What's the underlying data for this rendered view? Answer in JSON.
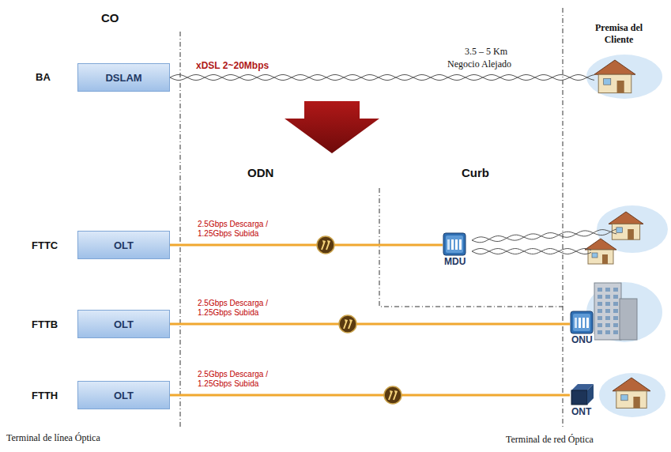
{
  "diagram": {
    "nodes": [
      {
        "text": [
          "DSLAM"
        ]
      },
      {
        "text": [
          "OLT"
        ]
      },
      {
        "text": [
          "OLT"
        ]
      },
      {
        "text": [
          "OLT"
        ]
      },
      {
        "text": [
          "MDU"
        ]
      },
      {
        "text": [
          "ONU"
        ]
      },
      {
        "text": [
          "ONT"
        ]
      }
    ],
    "edges": [
      {
        "from": 1,
        "to": 4,
        "arrow": "none",
        "label": "2.5Gbps Descarga / 1.25Gbps Subida"
      },
      {
        "from": 2,
        "to": 5,
        "arrow": "none",
        "label": "2.5Gbps Descarga / 1.25Gbps Subida"
      },
      {
        "from": 3,
        "to": 6,
        "arrow": "none",
        "label": "2.5Gbps Descarga / 1.25Gbps Subida"
      }
    ],
    "labels": [
      "CO",
      "BA",
      "Premisa del Cliente",
      "3.5 – 5 Km",
      "Negocio Alejado",
      "xDSL 2~20Mbps",
      "ODN",
      "Curb",
      "FTTC",
      "FTTB",
      "FTTH",
      "Terminal de línea Óptica",
      "Terminal de red Óptica"
    ]
  }
}
